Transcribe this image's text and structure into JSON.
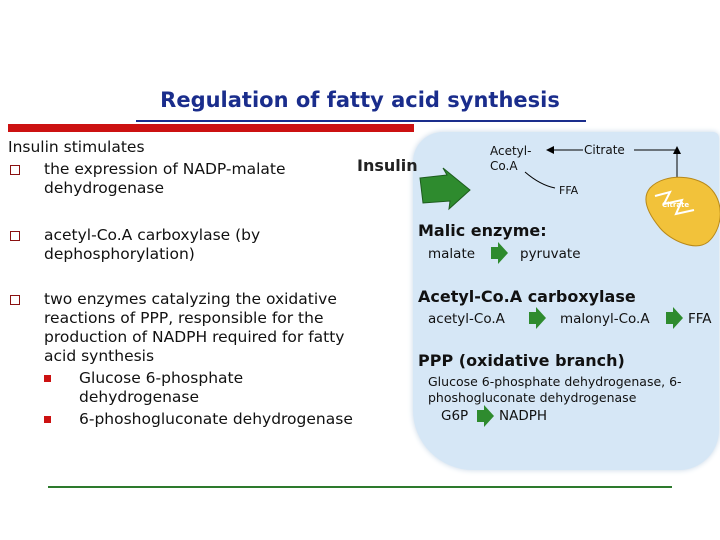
{
  "title": "Regulation of fatty acid synthesis",
  "left": {
    "intro": "Insulin stimulates",
    "bullets": [
      {
        "text": "the expression of NADP-malate dehydrogenase"
      },
      {
        "text": "acetyl-Co.A carboxylase (by dephosphorylation)"
      },
      {
        "text": "two enzymes catalyzing the oxidative reactions of PPP, responsible for the production of NADPH required for fatty acid synthesis"
      }
    ],
    "sub_bullets": [
      "Glucose 6-phosphate dehydrogenase",
      "6-phoshogluconate dehydrogenase"
    ]
  },
  "diagram": {
    "insulin": "Insulin",
    "acetyl_coa": "Acetyl-Co.A",
    "citrate": "Citrate",
    "ffa_top": "FFA",
    "mito_label": "Citrate",
    "malic_header": "Malic enzyme:",
    "malate": "malate",
    "pyruvate": "pyruvate",
    "acc_header": "Acetyl-Co.A carboxylase",
    "acetyl_coa_lower": "acetyl-Co.A",
    "malonyl_coa": "malonyl-Co.A",
    "ffa_right": "FFA",
    "ppp_header": "PPP (oxidative branch)",
    "ppp_enzymes": "Glucose 6-phosphate dehydrogenase, 6-phoshogluconate dehydrogenase",
    "g6p": "G6P",
    "nadph": "NADPH"
  },
  "colors": {
    "title": "#1a2d8c",
    "underline_red": "#cc1111",
    "cell": "#d6e7f6",
    "arrow_green": "#2e8b2e",
    "mitochondrion": "#f2c23a"
  }
}
